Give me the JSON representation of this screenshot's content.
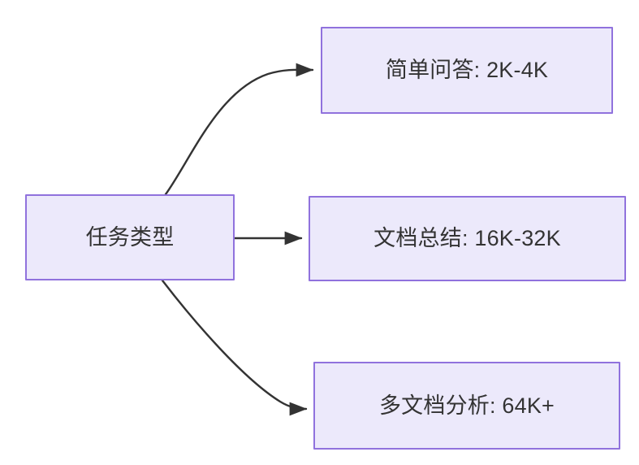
{
  "diagram": {
    "type": "flowchart",
    "direction": "left-to-right",
    "background_color": "#ffffff",
    "node_fill_color": "#ece9fb",
    "node_border_color": "#9072dd",
    "node_text_color": "#333333",
    "edge_color": "#333333",
    "source": {
      "id": "task-type",
      "label": "任务类型"
    },
    "targets": [
      {
        "id": "simple-qa",
        "label": "简单问答: 2K-4K",
        "edge_style": "curved"
      },
      {
        "id": "doc-summary",
        "label": "文档总结: 16K-32K",
        "edge_style": "straight"
      },
      {
        "id": "multi-doc-analysis",
        "label": "多文档分析: 64K+",
        "edge_style": "curved"
      }
    ]
  }
}
